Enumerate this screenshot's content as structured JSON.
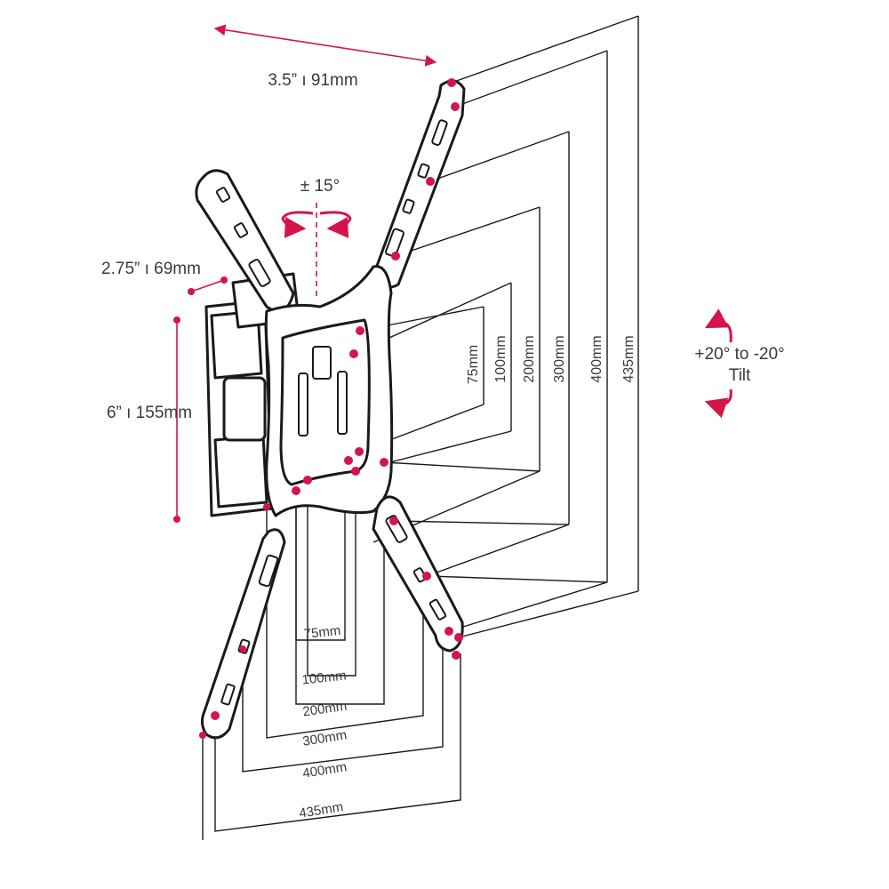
{
  "colors": {
    "accent": "#d4144a",
    "line": "#1a1a1a",
    "text": "#3a3a3a"
  },
  "labels": {
    "depth_top": "3.5” ı 91mm",
    "swivel": "± 15°",
    "depth_arm": "2.75” ı 69mm",
    "height": "6” ı 155mm",
    "tilt_range": "+20° to -20°",
    "tilt_word": "Tilt"
  },
  "vertical_dims": [
    "75mm",
    "100mm",
    "200mm",
    "300mm",
    "400mm",
    "435mm"
  ],
  "horizontal_dims": [
    "75mm",
    "100mm",
    "200mm",
    "300mm",
    "400mm",
    "435mm"
  ]
}
